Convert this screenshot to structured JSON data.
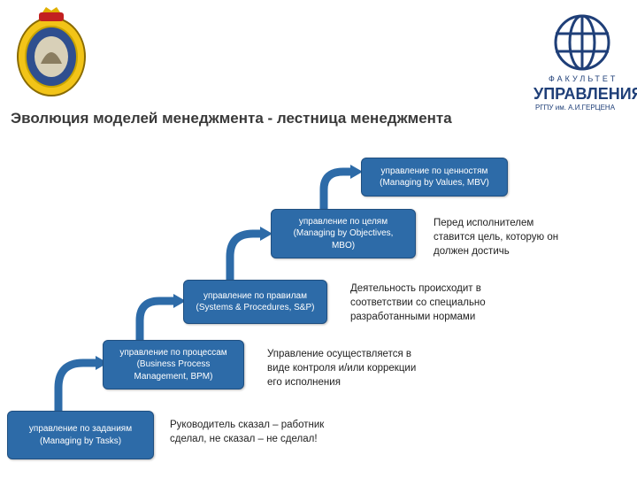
{
  "title": "Эволюция моделей менеджмента - лестница менеджмента",
  "logo_right": {
    "line1": "ФАКУЛЬТЕТ",
    "line2": "УПРАВЛЕНИЯ",
    "line3": "РГПУ им. А.И.ГЕРЦЕНА"
  },
  "steps": [
    {
      "label": "управление по заданиям\n(Managing by Tasks)"
    },
    {
      "label": "управление по процессам\n(Business Process\nManagement, BPM)"
    },
    {
      "label": "управление по правилам\n(Systems & Procedures, S&P)"
    },
    {
      "label": "управление по целям\n(Managing by Objectives,\nMBO)"
    },
    {
      "label": "управление по ценностям\n(Managing by Values, MBV)"
    }
  ],
  "notes": [
    "Руководитель сказал – работник\nсделал, не сказал – не сделал!",
    "Управление осуществляется в\nвиде контроля и/или коррекции\nего исполнения",
    "Деятельность происходит в\nсоответствии со специально\nразработанными нормами",
    "Перед исполнителем\nставится цель, которую он\nдолжен достичь"
  ],
  "colors": {
    "box": "#2d6ba8",
    "arrow": "#2d6ba8",
    "brand": "#1f3f78"
  }
}
